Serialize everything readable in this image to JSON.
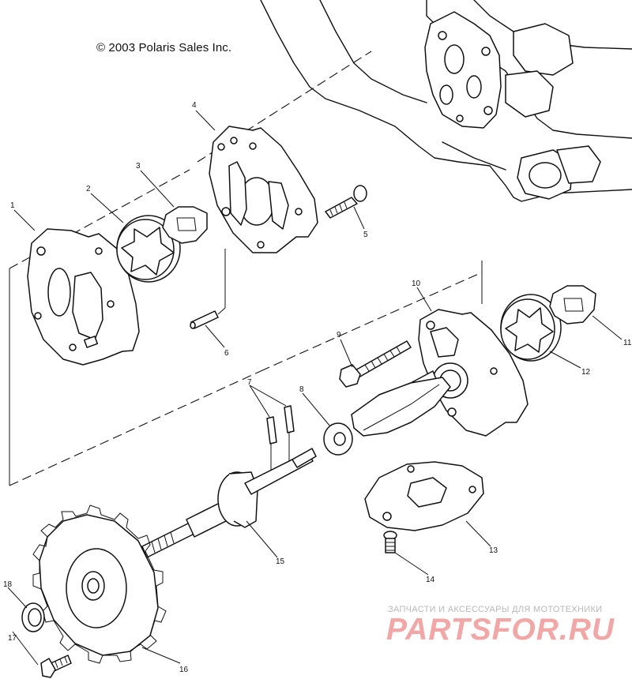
{
  "copyright": "© 2003 Polaris Sales Inc.",
  "callouts": [
    {
      "id": "1",
      "label": "1"
    },
    {
      "id": "2",
      "label": "2"
    },
    {
      "id": "3",
      "label": "3"
    },
    {
      "id": "4",
      "label": "4"
    },
    {
      "id": "5",
      "label": "5"
    },
    {
      "id": "6",
      "label": "6"
    },
    {
      "id": "7",
      "label": "7"
    },
    {
      "id": "8",
      "label": "8"
    },
    {
      "id": "9",
      "label": "9"
    },
    {
      "id": "10",
      "label": "10"
    },
    {
      "id": "11",
      "label": "11"
    },
    {
      "id": "12",
      "label": "12"
    },
    {
      "id": "13",
      "label": "13"
    },
    {
      "id": "14",
      "label": "14"
    },
    {
      "id": "15",
      "label": "15"
    },
    {
      "id": "16",
      "label": "16"
    },
    {
      "id": "17",
      "label": "17"
    },
    {
      "id": "18",
      "label": "18"
    }
  ],
  "watermark": {
    "tagline": "ЗАПЧАСТИ И АКСЕССУАРЫ ДЛЯ МОТОТЕХНИКИ",
    "brand": "PARTSFOR.RU",
    "brand_color": "#f2a7a7",
    "tagline_color": "#b9b9b9"
  }
}
